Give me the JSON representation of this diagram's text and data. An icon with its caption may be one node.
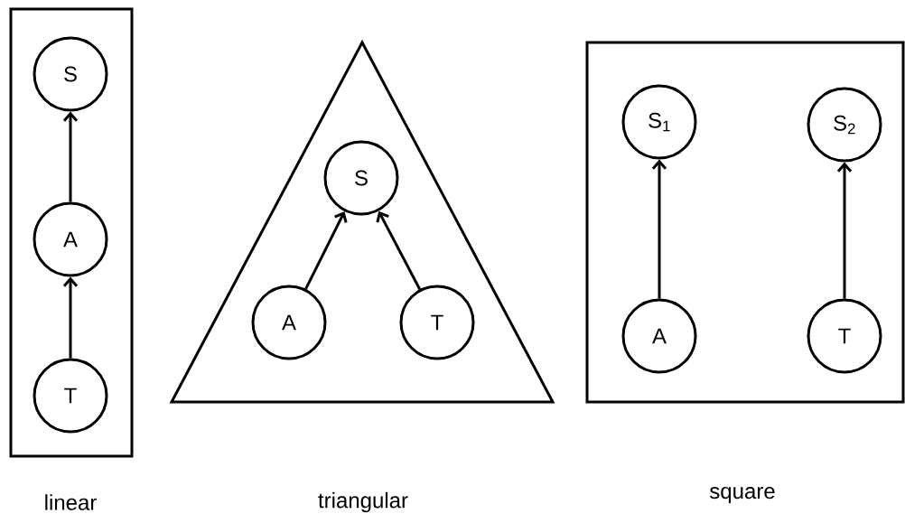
{
  "diagram": {
    "nodes": [
      {
        "text": [],
        "shape": "box"
      },
      {
        "text": [
          "S"
        ],
        "in": 0
      },
      {
        "text": [
          "A"
        ],
        "in": 0
      },
      {
        "text": [
          "T"
        ],
        "in": 0
      },
      {
        "text": [],
        "shape": "triangle"
      },
      {
        "text": [
          "S"
        ],
        "in": 4
      },
      {
        "text": [
          "A"
        ],
        "in": 4
      },
      {
        "text": [
          "T"
        ],
        "in": 4
      },
      {
        "text": [],
        "shape": "box"
      },
      {
        "text": [
          "S$_{1}$"
        ],
        "in": 8
      },
      {
        "text": [
          "S$_{2}$"
        ],
        "in": 8
      },
      {
        "text": [
          "A"
        ],
        "in": 8
      },
      {
        "text": [
          "T"
        ],
        "in": 8
      }
    ],
    "edges": [
      {
        "from": 2,
        "to": 1,
        "arrow": "to"
      },
      {
        "from": 3,
        "to": 2,
        "arrow": "to"
      },
      {
        "from": 6,
        "to": 5,
        "arrow": "to"
      },
      {
        "from": 7,
        "to": 5,
        "arrow": "to"
      },
      {
        "from": 11,
        "to": 9,
        "arrow": "to"
      },
      {
        "from": 12,
        "to": 10,
        "arrow": "to"
      }
    ],
    "labels": [
      "linear",
      "triangular",
      "square"
    ]
  }
}
